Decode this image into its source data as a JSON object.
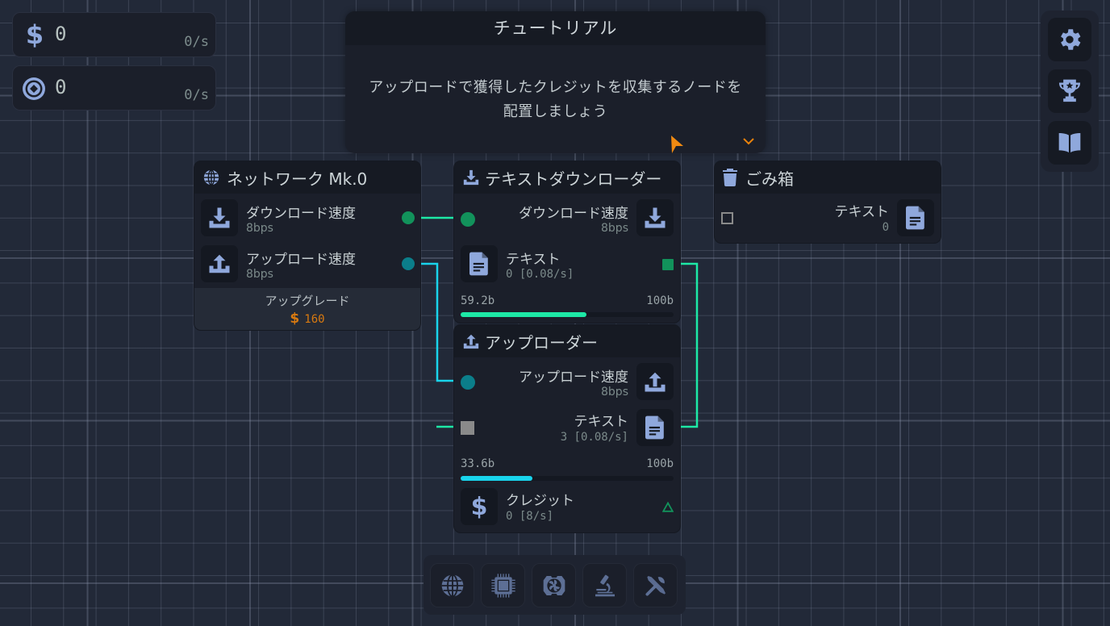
{
  "resources": [
    {
      "icon": "dollar-icon",
      "value": "0",
      "rate": "0/s"
    },
    {
      "icon": "target-coin-icon",
      "value": "0",
      "rate": "0/s"
    }
  ],
  "tutorial": {
    "title": "チュートリアル",
    "line1": "アップロードで獲得したクレジットを収集するノードを",
    "line2": "配置しましょう"
  },
  "side_buttons": [
    {
      "name": "settings",
      "icon": "gear-icon"
    },
    {
      "name": "achievements",
      "icon": "trophy-icon"
    },
    {
      "name": "guide",
      "icon": "book-icon"
    }
  ],
  "nodes": {
    "network": {
      "title": "ネットワーク Mk.0",
      "rows": [
        {
          "label": "ダウンロード速度",
          "value": "8bps"
        },
        {
          "label": "アップロード速度",
          "value": "8bps"
        }
      ],
      "upgrade_label": "アップグレード",
      "upgrade_cost": "160",
      "upgrade_currency": "$"
    },
    "downloader": {
      "title": "テキストダウンローダー",
      "speed_label": "ダウンロード速度",
      "speed_value": "8bps",
      "output_label": "テキスト",
      "output_value": "0 [0.08/s]",
      "progress_current": "59.2b",
      "progress_max": "100b",
      "progress_pct": 59.2
    },
    "uploader": {
      "title": "アップローダー",
      "speed_label": "アップロード速度",
      "speed_value": "8bps",
      "input_label": "テキスト",
      "input_value": "3 [0.08/s]",
      "progress_current": "33.6b",
      "progress_max": "100b",
      "progress_pct": 33.6,
      "output_label": "クレジット",
      "output_value": "0 [8/s]"
    },
    "trash": {
      "title": "ごみ箱",
      "input_label": "テキスト",
      "input_value": "0"
    }
  },
  "toolbar": [
    {
      "name": "network",
      "icon": "globe-icon"
    },
    {
      "name": "processor",
      "icon": "chip-icon"
    },
    {
      "name": "cooling",
      "icon": "fan-icon"
    },
    {
      "name": "research",
      "icon": "microscope-icon"
    },
    {
      "name": "tools",
      "icon": "tools-icon"
    }
  ],
  "colors": {
    "background": "#222938",
    "panel": "#1b1f2a",
    "icon": "#8fa8dc",
    "download_wire": "#1de9a6",
    "upload_wire": "#19d4ec",
    "accent_orange": "#e8820c",
    "port_green": "#12925b",
    "port_teal": "#0b7e8a"
  }
}
